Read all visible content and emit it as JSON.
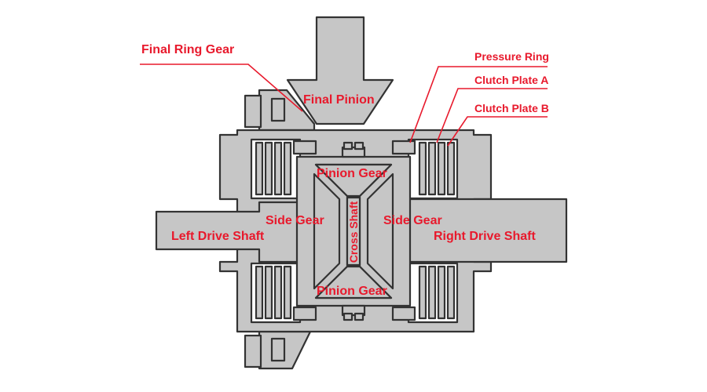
{
  "colors": {
    "part_fill": "#c6c6c6",
    "part_stroke": "#333333",
    "label": "#e8192c",
    "background": "#ffffff"
  },
  "labels": {
    "final_ring_gear": "Final Ring Gear",
    "final_pinion": "Final Pinion",
    "pressure_ring": "Pressure Ring",
    "clutch_plate_a": "Clutch Plate A",
    "clutch_plate_b": "Clutch Plate B",
    "pinion_gear_top": "Pinion Gear",
    "pinion_gear_bottom": "Pinion Gear",
    "side_gear_left": "Side Gear",
    "side_gear_right": "Side Gear",
    "left_drive_shaft": "Left Drive Shaft",
    "right_drive_shaft": "Right Drive Shaft",
    "cross_shaft": "Cross Shaft"
  }
}
